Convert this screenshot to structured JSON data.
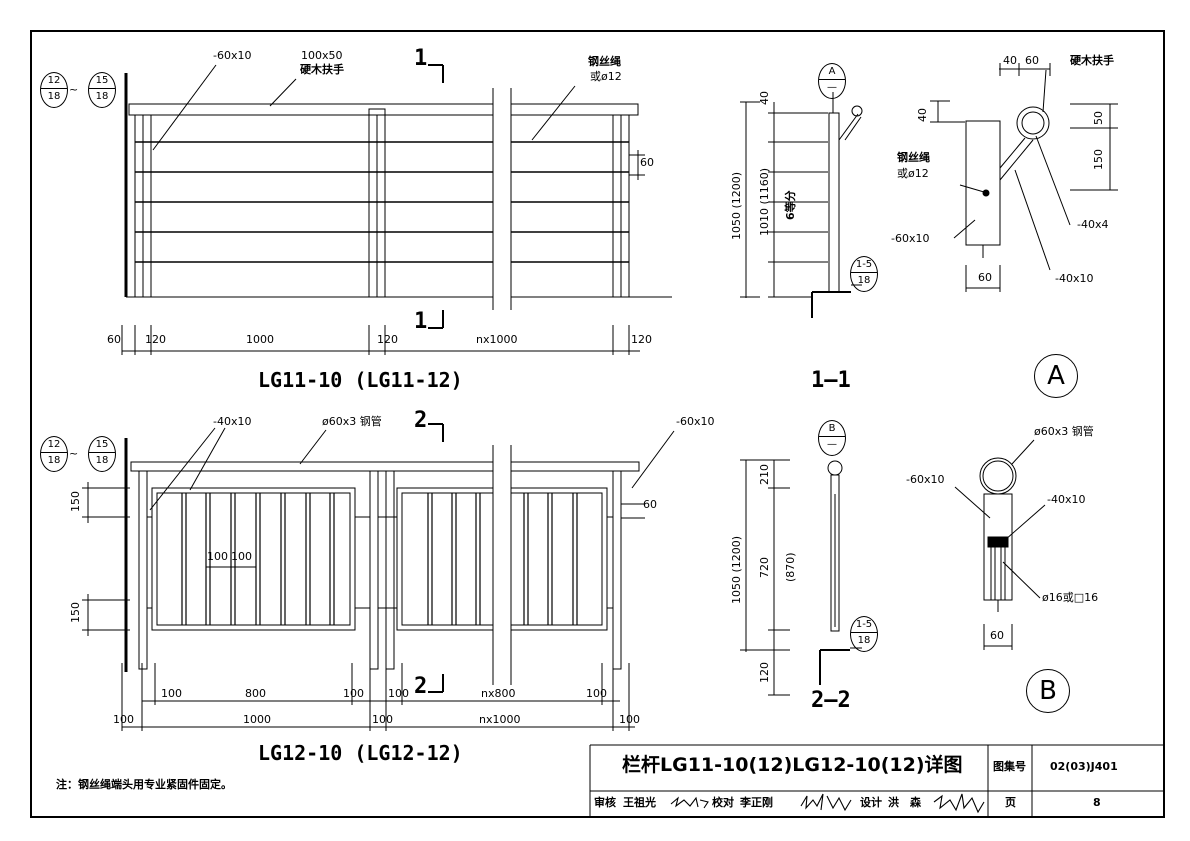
{
  "drawing_1": {
    "section_top": "1",
    "section_bottom": "1",
    "ref_left_top": "12",
    "ref_left_bot": "18",
    "ref_tilde": "~",
    "ref_right_top": "15",
    "ref_right_bot": "18",
    "label_flat_bar": "-60x10",
    "label_handrail_size": "100x50",
    "label_handrail_name": "硬木扶手",
    "label_cable_name": "钢丝绳",
    "label_cable_size": "或ø12",
    "dim_60_right": "60",
    "dims": [
      "60",
      "120",
      "1000",
      "120",
      "nx1000",
      "120"
    ],
    "caption": "LG11-10 (LG11-12)"
  },
  "section_1": {
    "marker_top": "A",
    "marker_bot": "—",
    "dim_40": "40",
    "dim_total": "1050 (1200)",
    "dim_mid": "1010 (1160)",
    "dim_eq": "6等分",
    "ref_top": "1-5",
    "ref_bot": "18",
    "caption": "1—1"
  },
  "detail_A": {
    "dims_top": [
      "40",
      "60"
    ],
    "label_handrail": "硬木扶手",
    "dim_40": "40",
    "dim_50": "50",
    "dim_150": "150",
    "label_cable_name": "钢丝绳",
    "label_cable_size": "或ø12",
    "label_bar_40x4": "-40x4",
    "label_bar_60x10": "-60x10",
    "label_bar_40x10": "-40x10",
    "dim_60": "60",
    "marker": "A"
  },
  "drawing_2": {
    "section_top": "2",
    "section_bottom": "2",
    "ref_left_top": "12",
    "ref_left_bot": "18",
    "ref_tilde": "~",
    "ref_right_top": "15",
    "ref_right_bot": "18",
    "label_bar_40x10": "-40x10",
    "label_pipe": "ø60x3 钢管",
    "label_bar_60x10": "-60x10",
    "dim_60": "60",
    "dim_150_a": "150",
    "dim_150_b": "150",
    "dim_100_a": "100",
    "dim_100_b": "100",
    "dims_row1": [
      "100",
      "800",
      "100",
      "100",
      "nx800",
      "100"
    ],
    "dims_row2": [
      "100",
      "1000",
      "100",
      "nx1000",
      "100"
    ],
    "caption": "LG12-10 (LG12-12)"
  },
  "section_2": {
    "marker_top": "B",
    "marker_bot": "—",
    "dim_210": "210",
    "dim_720": "720",
    "dim_870": "(870)",
    "dim_total": "1050 (1200)",
    "dim_120": "120",
    "ref_top": "1-5",
    "ref_bot": "18",
    "caption": "2—2"
  },
  "detail_B": {
    "label_pipe": "ø60x3 钢管",
    "label_bar_60x10": "-60x10",
    "label_bar_40x10": "-40x10",
    "label_rod": "ø16或□16",
    "dim_60": "60",
    "marker": "B"
  },
  "note": "注：钢丝绳端头用专业紧固件固定。",
  "title_block": {
    "title": "栏杆LG11-10(12)LG12-10(12)详图",
    "atlas_label": "图集号",
    "atlas_value": "02(03)J401",
    "page_label": "页",
    "page_value": "8",
    "review_label": "审核",
    "review_name": "王祖光",
    "check_label": "校对",
    "check_name": "李正刚",
    "design_label": "设计",
    "design_name": "洪　森"
  }
}
